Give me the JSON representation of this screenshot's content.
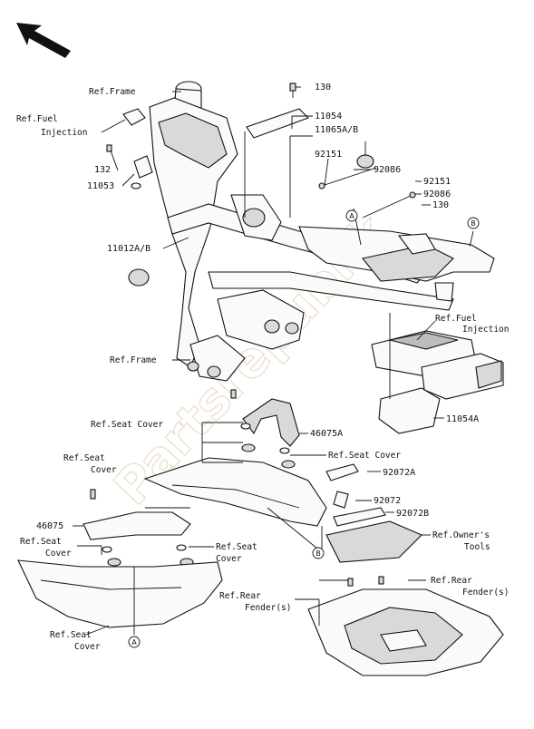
{
  "watermark": "Partsrepublik",
  "labels": {
    "ref_frame_top": "Ref.Frame",
    "ref_fuel_inj_1": "Ref.Fuel",
    "ref_fuel_inj_1b": "Injection",
    "p130a": "130",
    "p11054": "11054",
    "p11065": "11065A/B",
    "p132": "132",
    "p11053": "11053",
    "p92151a": "92151",
    "p92086a": "92086",
    "p92151b": "92151",
    "p92086b": "92086",
    "p130b": "130",
    "p11012": "11012A/B",
    "ref_fuel_inj_2": "Ref.Fuel",
    "ref_fuel_inj_2b": "Injection",
    "ref_frame_bottom": "Ref.Frame",
    "p11054a": "11054A",
    "ref_seat_cover_1": "Ref.Seat Cover",
    "p46075a": "46075A",
    "ref_seat_cover_2": "Ref.Seat Cover",
    "ref_seat_cover_3": "Ref.Seat",
    "ref_seat_cover_3b": "Cover",
    "p92072a": "92072A",
    "p92072": "92072",
    "p92072b": "92072B",
    "p46075": "46075",
    "ref_seat_cover_4": "Ref.Seat",
    "ref_seat_cover_4b": "Cover",
    "ref_seat_cover_5": "Ref.Seat",
    "ref_seat_cover_5b": "Cover",
    "ref_owners_tools": "Ref.Owner's",
    "ref_owners_tools_b": "Tools",
    "ref_rear_fender_1": "Ref.Rear",
    "ref_rear_fender_1b": "Fender(s)",
    "ref_rear_fender_2": "Ref.Rear",
    "ref_rear_fender_2b": "Fender(s)",
    "ref_seat_cover_6": "Ref.Seat",
    "ref_seat_cover_6b": "Cover"
  },
  "callouts": {
    "a1": "A",
    "b1": "B",
    "b2": "B",
    "a2": "A"
  }
}
